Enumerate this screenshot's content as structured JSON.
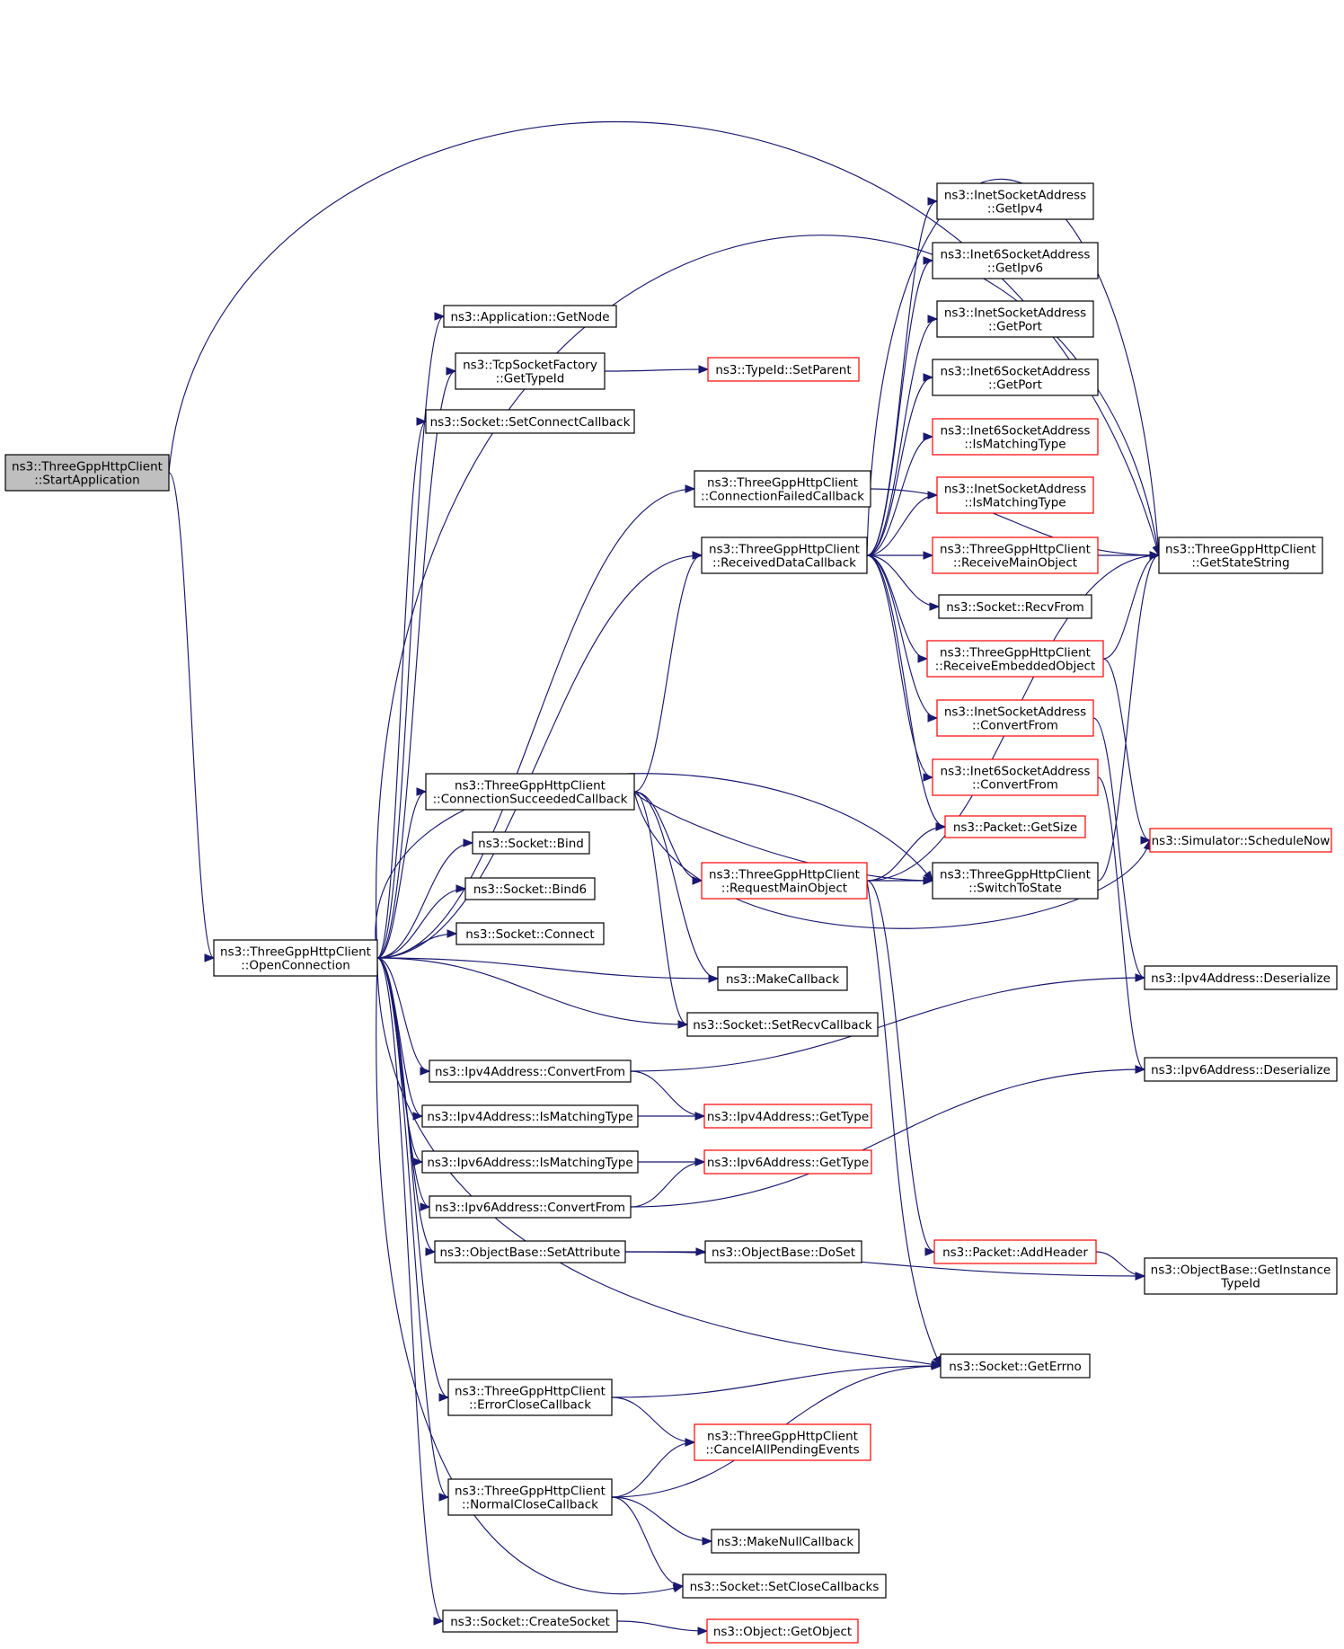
{
  "diagram": {
    "title": "",
    "nodes": [
      {
        "id": "start",
        "lines": [
          "ns3::ThreeGppHttpClient",
          "::StartApplication"
        ],
        "style": "root"
      },
      {
        "id": "open",
        "lines": [
          "ns3::ThreeGppHttpClient",
          "::OpenConnection"
        ],
        "style": "normal"
      },
      {
        "id": "getnode",
        "lines": [
          "ns3::Application::GetNode"
        ],
        "style": "normal"
      },
      {
        "id": "tcpsf",
        "lines": [
          "ns3::TcpSocketFactory",
          "::GetTypeId"
        ],
        "style": "normal"
      },
      {
        "id": "setparent",
        "lines": [
          "ns3::TypeId::SetParent"
        ],
        "style": "red"
      },
      {
        "id": "setconn",
        "lines": [
          "ns3::Socket::SetConnectCallback"
        ],
        "style": "normal"
      },
      {
        "id": "connfail",
        "lines": [
          "ns3::ThreeGppHttpClient",
          "::ConnectionFailedCallback"
        ],
        "style": "normal"
      },
      {
        "id": "recvdata",
        "lines": [
          "ns3::ThreeGppHttpClient",
          "::ReceivedDataCallback"
        ],
        "style": "normal"
      },
      {
        "id": "connsucc",
        "lines": [
          "ns3::ThreeGppHttpClient",
          "::ConnectionSucceededCallback"
        ],
        "style": "normal"
      },
      {
        "id": "bind",
        "lines": [
          "ns3::Socket::Bind"
        ],
        "style": "normal"
      },
      {
        "id": "bind6",
        "lines": [
          "ns3::Socket::Bind6"
        ],
        "style": "normal"
      },
      {
        "id": "connect",
        "lines": [
          "ns3::Socket::Connect"
        ],
        "style": "normal"
      },
      {
        "id": "reqmain",
        "lines": [
          "ns3::ThreeGppHttpClient",
          "::RequestMainObject"
        ],
        "style": "red"
      },
      {
        "id": "makecb",
        "lines": [
          "ns3::MakeCallback"
        ],
        "style": "normal"
      },
      {
        "id": "setrecv",
        "lines": [
          "ns3::Socket::SetRecvCallback"
        ],
        "style": "normal"
      },
      {
        "id": "ipv4conv",
        "lines": [
          "ns3::Ipv4Address::ConvertFrom"
        ],
        "style": "normal"
      },
      {
        "id": "ipv4match",
        "lines": [
          "ns3::Ipv4Address::IsMatchingType"
        ],
        "style": "normal"
      },
      {
        "id": "ipv6match",
        "lines": [
          "ns3::Ipv6Address::IsMatchingType"
        ],
        "style": "normal"
      },
      {
        "id": "ipv6conv",
        "lines": [
          "ns3::Ipv6Address::ConvertFrom"
        ],
        "style": "normal"
      },
      {
        "id": "ipv4type",
        "lines": [
          "ns3::Ipv4Address::GetType"
        ],
        "style": "red"
      },
      {
        "id": "ipv6type",
        "lines": [
          "ns3::Ipv6Address::GetType"
        ],
        "style": "red"
      },
      {
        "id": "setattr",
        "lines": [
          "ns3::ObjectBase::SetAttribute"
        ],
        "style": "normal"
      },
      {
        "id": "doset",
        "lines": [
          "ns3::ObjectBase::DoSet"
        ],
        "style": "normal"
      },
      {
        "id": "errclose",
        "lines": [
          "ns3::ThreeGppHttpClient",
          "::ErrorCloseCallback"
        ],
        "style": "normal"
      },
      {
        "id": "cancelall",
        "lines": [
          "ns3::ThreeGppHttpClient",
          "::CancelAllPendingEvents"
        ],
        "style": "red"
      },
      {
        "id": "normclose",
        "lines": [
          "ns3::ThreeGppHttpClient",
          "::NormalCloseCallback"
        ],
        "style": "normal"
      },
      {
        "id": "makenull",
        "lines": [
          "ns3::MakeNullCallback"
        ],
        "style": "normal"
      },
      {
        "id": "setclose",
        "lines": [
          "ns3::Socket::SetCloseCallbacks"
        ],
        "style": "normal"
      },
      {
        "id": "createsock",
        "lines": [
          "ns3::Socket::CreateSocket"
        ],
        "style": "normal"
      },
      {
        "id": "getobject",
        "lines": [
          "ns3::Object::GetObject"
        ],
        "style": "red"
      },
      {
        "id": "inetipv4",
        "lines": [
          "ns3::InetSocketAddress",
          "::GetIpv4"
        ],
        "style": "normal"
      },
      {
        "id": "inet6ipv6",
        "lines": [
          "ns3::Inet6SocketAddress",
          "::GetIpv6"
        ],
        "style": "normal"
      },
      {
        "id": "inetport",
        "lines": [
          "ns3::InetSocketAddress",
          "::GetPort"
        ],
        "style": "normal"
      },
      {
        "id": "inet6port",
        "lines": [
          "ns3::Inet6SocketAddress",
          "::GetPort"
        ],
        "style": "normal"
      },
      {
        "id": "inet6match",
        "lines": [
          "ns3::Inet6SocketAddress",
          "::IsMatchingType"
        ],
        "style": "red"
      },
      {
        "id": "inetmatch",
        "lines": [
          "ns3::InetSocketAddress",
          "::IsMatchingType"
        ],
        "style": "red"
      },
      {
        "id": "recvmain",
        "lines": [
          "ns3::ThreeGppHttpClient",
          "::ReceiveMainObject"
        ],
        "style": "red"
      },
      {
        "id": "recvfrom",
        "lines": [
          "ns3::Socket::RecvFrom"
        ],
        "style": "normal"
      },
      {
        "id": "recvemb",
        "lines": [
          "ns3::ThreeGppHttpClient",
          "::ReceiveEmbeddedObject"
        ],
        "style": "red"
      },
      {
        "id": "inetconv",
        "lines": [
          "ns3::InetSocketAddress",
          "::ConvertFrom"
        ],
        "style": "red"
      },
      {
        "id": "inet6conv",
        "lines": [
          "ns3::Inet6SocketAddress",
          "::ConvertFrom"
        ],
        "style": "red"
      },
      {
        "id": "getsize",
        "lines": [
          "ns3::Packet::GetSize"
        ],
        "style": "red"
      },
      {
        "id": "switchto",
        "lines": [
          "ns3::ThreeGppHttpClient",
          "::SwitchToState"
        ],
        "style": "normal"
      },
      {
        "id": "addheader",
        "lines": [
          "ns3::Packet::AddHeader"
        ],
        "style": "red"
      },
      {
        "id": "geterrno",
        "lines": [
          "ns3::Socket::GetErrno"
        ],
        "style": "normal"
      },
      {
        "id": "getstate",
        "lines": [
          "ns3::ThreeGppHttpClient",
          "::GetStateString"
        ],
        "style": "normal"
      },
      {
        "id": "schednow",
        "lines": [
          "ns3::Simulator::ScheduleNow"
        ],
        "style": "red"
      },
      {
        "id": "ipv4deser",
        "lines": [
          "ns3::Ipv4Address::Deserialize"
        ],
        "style": "normal"
      },
      {
        "id": "ipv6deser",
        "lines": [
          "ns3::Ipv6Address::Deserialize"
        ],
        "style": "normal"
      },
      {
        "id": "getinst",
        "lines": [
          "ns3::ObjectBase::GetInstance",
          "TypeId"
        ],
        "style": "normal"
      }
    ],
    "edges": [
      [
        "start",
        "getstate"
      ],
      [
        "start",
        "open"
      ],
      [
        "open",
        "getnode"
      ],
      [
        "open",
        "tcpsf"
      ],
      [
        "open",
        "setconn"
      ],
      [
        "open",
        "connfail"
      ],
      [
        "open",
        "recvdata"
      ],
      [
        "open",
        "connsucc"
      ],
      [
        "open",
        "bind"
      ],
      [
        "open",
        "bind6"
      ],
      [
        "open",
        "connect"
      ],
      [
        "open",
        "makecb"
      ],
      [
        "open",
        "setrecv"
      ],
      [
        "open",
        "ipv4conv"
      ],
      [
        "open",
        "ipv4match"
      ],
      [
        "open",
        "ipv6match"
      ],
      [
        "open",
        "ipv6conv"
      ],
      [
        "open",
        "setattr"
      ],
      [
        "open",
        "geterrno"
      ],
      [
        "open",
        "errclose"
      ],
      [
        "open",
        "normclose"
      ],
      [
        "open",
        "setclose"
      ],
      [
        "open",
        "createsock"
      ],
      [
        "open",
        "getstate"
      ],
      [
        "open",
        "switchto"
      ],
      [
        "tcpsf",
        "setparent"
      ],
      [
        "connfail",
        "getstate"
      ],
      [
        "connsucc",
        "recvdata"
      ],
      [
        "connsucc",
        "reqmain"
      ],
      [
        "connsucc",
        "makecb"
      ],
      [
        "connsucc",
        "setrecv"
      ],
      [
        "connsucc",
        "switchto"
      ],
      [
        "connsucc",
        "schednow"
      ],
      [
        "recvdata",
        "inetipv4"
      ],
      [
        "recvdata",
        "inet6ipv6"
      ],
      [
        "recvdata",
        "inetport"
      ],
      [
        "recvdata",
        "inet6port"
      ],
      [
        "recvdata",
        "inet6match"
      ],
      [
        "recvdata",
        "inetmatch"
      ],
      [
        "recvdata",
        "recvmain"
      ],
      [
        "recvdata",
        "recvfrom"
      ],
      [
        "recvdata",
        "recvemb"
      ],
      [
        "recvdata",
        "inetconv"
      ],
      [
        "recvdata",
        "inet6conv"
      ],
      [
        "recvdata",
        "getsize"
      ],
      [
        "recvdata",
        "getstate"
      ],
      [
        "reqmain",
        "getsize"
      ],
      [
        "reqmain",
        "switchto"
      ],
      [
        "reqmain",
        "addheader"
      ],
      [
        "reqmain",
        "geterrno"
      ],
      [
        "reqmain",
        "getstate"
      ],
      [
        "recvmain",
        "getstate"
      ],
      [
        "recvemb",
        "getstate"
      ],
      [
        "recvemb",
        "schednow"
      ],
      [
        "inetconv",
        "ipv4deser"
      ],
      [
        "inet6conv",
        "ipv6deser"
      ],
      [
        "switchto",
        "getstate"
      ],
      [
        "ipv4conv",
        "ipv4deser"
      ],
      [
        "ipv4conv",
        "ipv4type"
      ],
      [
        "ipv4match",
        "ipv4type"
      ],
      [
        "ipv6match",
        "ipv6type"
      ],
      [
        "ipv6conv",
        "ipv6type"
      ],
      [
        "ipv6conv",
        "ipv6deser"
      ],
      [
        "setattr",
        "doset"
      ],
      [
        "setattr",
        "getinst"
      ],
      [
        "addheader",
        "getinst"
      ],
      [
        "errclose",
        "geterrno"
      ],
      [
        "errclose",
        "cancelall"
      ],
      [
        "normclose",
        "cancelall"
      ],
      [
        "normclose",
        "geterrno"
      ],
      [
        "normclose",
        "makenull"
      ],
      [
        "normclose",
        "setclose"
      ],
      [
        "createsock",
        "getobject"
      ]
    ]
  }
}
